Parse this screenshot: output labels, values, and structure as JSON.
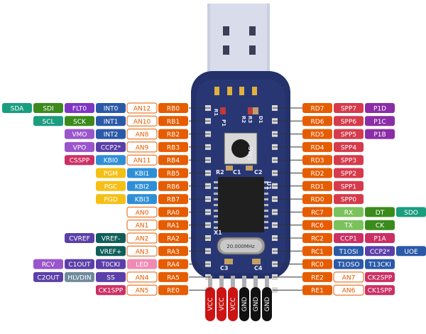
{
  "colors": {
    "port": "#e65c00",
    "analog": "#ffffff",
    "analog_border": "#e65c00",
    "analog_text": "#e65c00",
    "serial": "#1b9d7f",
    "spi": "#3b8b1c",
    "interrupt": "#2a59a8",
    "flt": "#7f35c4",
    "vmo": "#9a55cc",
    "ccp": "#5b3fa8",
    "csspp": "#cc2f63",
    "kbi": "#2f8fd6",
    "pgm": "#f5c016",
    "spp": "#d63a4b",
    "pwm": "#8b2da6",
    "ccp_right": "#cc2f63",
    "rx_tx": "#7bc25c",
    "dt_ck": "#3b8b1c",
    "sdo": "#1b9d7f",
    "timer": "#2a59a8",
    "vref": "#0f5e5a",
    "usb": "#2a59a8",
    "hlvdin": "#6f8a9c",
    "led": "#f08ab4",
    "power": "#cc1414",
    "ground": "#111111",
    "board": "#24316a"
  },
  "left_rows": [
    {
      "pins": [
        {
          "text": "SDA",
          "c": "serial"
        },
        {
          "text": "SDI",
          "c": "spi"
        },
        {
          "text": "FLT0",
          "c": "flt"
        },
        {
          "text": "INT0",
          "c": "interrupt"
        },
        {
          "text": "AN12",
          "c": "analog"
        },
        {
          "text": "RB0",
          "c": "port"
        }
      ]
    },
    {
      "pins": [
        {
          "text": "SCL",
          "c": "serial"
        },
        {
          "text": "SCK",
          "c": "spi"
        },
        {
          "text": "INT1",
          "c": "interrupt"
        },
        {
          "text": "AN10",
          "c": "analog"
        },
        {
          "text": "RB1",
          "c": "port"
        }
      ]
    },
    {
      "pins": [
        {
          "text": "VMO",
          "c": "vmo"
        },
        {
          "text": "INT2",
          "c": "interrupt"
        },
        {
          "text": "AN8",
          "c": "analog"
        },
        {
          "text": "RB2",
          "c": "port"
        }
      ]
    },
    {
      "pins": [
        {
          "text": "VPO",
          "c": "vmo"
        },
        {
          "text": "CCP2*",
          "c": "ccp"
        },
        {
          "text": "AN9",
          "c": "analog"
        },
        {
          "text": "RB3",
          "c": "port"
        }
      ]
    },
    {
      "pins": [
        {
          "text": "CSSPP",
          "c": "csspp"
        },
        {
          "text": "KBI0",
          "c": "kbi"
        },
        {
          "text": "AN11",
          "c": "analog"
        },
        {
          "text": "RB4",
          "c": "port"
        }
      ]
    },
    {
      "pins": [
        {
          "text": "PGM",
          "c": "pgm"
        },
        {
          "text": "KBI1",
          "c": "kbi"
        },
        {
          "text": "RB5",
          "c": "port"
        }
      ]
    },
    {
      "pins": [
        {
          "text": "PGC",
          "c": "pgm"
        },
        {
          "text": "KBI2",
          "c": "kbi"
        },
        {
          "text": "RB6",
          "c": "port"
        }
      ]
    },
    {
      "pins": [
        {
          "text": "PGD",
          "c": "pgm"
        },
        {
          "text": "KBI3",
          "c": "kbi"
        },
        {
          "text": "RB7",
          "c": "port"
        }
      ]
    },
    {
      "pins": [
        {
          "text": "AN0",
          "c": "analog"
        },
        {
          "text": "RA0",
          "c": "port"
        }
      ]
    },
    {
      "pins": [
        {
          "text": "AN1",
          "c": "analog"
        },
        {
          "text": "RA1",
          "c": "port"
        }
      ]
    },
    {
      "pins": [
        {
          "text": "CVREF",
          "c": "ccp"
        },
        {
          "text": "VREF-",
          "c": "vref"
        },
        {
          "text": "AN2",
          "c": "analog"
        },
        {
          "text": "RA2",
          "c": "port"
        }
      ]
    },
    {
      "pins": [
        {
          "text": "VREF+",
          "c": "vref"
        },
        {
          "text": "AN3",
          "c": "analog"
        },
        {
          "text": "RA3",
          "c": "port"
        }
      ]
    },
    {
      "pins": [
        {
          "text": "RCV",
          "c": "vmo"
        },
        {
          "text": "C1OUT",
          "c": "ccp"
        },
        {
          "text": "T0CKI",
          "c": "ccp"
        },
        {
          "text": "LED",
          "c": "led"
        },
        {
          "text": "RA4",
          "c": "port"
        }
      ]
    },
    {
      "pins": [
        {
          "text": "C2OUT",
          "c": "ccp"
        },
        {
          "text": "HLVDIN",
          "c": "hlvdin"
        },
        {
          "text": "SS",
          "c": "ccp"
        },
        {
          "text": "AN4",
          "c": "analog"
        },
        {
          "text": "RA5",
          "c": "port"
        }
      ]
    },
    {
      "pins": [
        {
          "text": "CK1SPP",
          "c": "csspp"
        },
        {
          "text": "AN5",
          "c": "analog"
        },
        {
          "text": "RE0",
          "c": "port"
        }
      ]
    }
  ],
  "right_rows": [
    {
      "pins": [
        {
          "text": "RD7",
          "c": "port"
        },
        {
          "text": "SPP7",
          "c": "spp"
        },
        {
          "text": "P1D",
          "c": "pwm"
        }
      ]
    },
    {
      "pins": [
        {
          "text": "RD6",
          "c": "port"
        },
        {
          "text": "SPP6",
          "c": "spp"
        },
        {
          "text": "P1C",
          "c": "pwm"
        }
      ]
    },
    {
      "pins": [
        {
          "text": "RD5",
          "c": "port"
        },
        {
          "text": "SPP5",
          "c": "spp"
        },
        {
          "text": "P1B",
          "c": "pwm"
        }
      ]
    },
    {
      "pins": [
        {
          "text": "RD4",
          "c": "port"
        },
        {
          "text": "SPP4",
          "c": "spp"
        }
      ]
    },
    {
      "pins": [
        {
          "text": "RD3",
          "c": "port"
        },
        {
          "text": "SPP3",
          "c": "spp"
        }
      ]
    },
    {
      "pins": [
        {
          "text": "RD2",
          "c": "port"
        },
        {
          "text": "SPP2",
          "c": "spp"
        }
      ]
    },
    {
      "pins": [
        {
          "text": "RD1",
          "c": "port"
        },
        {
          "text": "SPP1",
          "c": "spp"
        }
      ]
    },
    {
      "pins": [
        {
          "text": "RD0",
          "c": "port"
        },
        {
          "text": "SPP0",
          "c": "spp"
        }
      ]
    },
    {
      "pins": [
        {
          "text": "RC7",
          "c": "port"
        },
        {
          "text": "RX",
          "c": "rx_tx"
        },
        {
          "text": "DT",
          "c": "dt_ck"
        },
        {
          "text": "SDO",
          "c": "sdo"
        }
      ]
    },
    {
      "pins": [
        {
          "text": "RC6",
          "c": "port"
        },
        {
          "text": "TX",
          "c": "rx_tx"
        },
        {
          "text": "CK",
          "c": "dt_ck"
        }
      ]
    },
    {
      "pins": [
        {
          "text": "RC2",
          "c": "port"
        },
        {
          "text": "CCP1",
          "c": "ccp_right"
        },
        {
          "text": "P1A",
          "c": "ccp_right"
        }
      ]
    },
    {
      "pins": [
        {
          "text": "RC1",
          "c": "port"
        },
        {
          "text": "T1OSI",
          "c": "timer"
        },
        {
          "text": "CCP2*",
          "c": "ccp"
        },
        {
          "text": "UOE",
          "c": "usb"
        }
      ]
    },
    {
      "pins": [
        {
          "text": "RC0",
          "c": "port"
        },
        {
          "text": "T1OSO",
          "c": "timer"
        },
        {
          "text": "T13CKI",
          "c": "timer"
        }
      ]
    },
    {
      "pins": [
        {
          "text": "RE2",
          "c": "port"
        },
        {
          "text": "AN7",
          "c": "analog"
        },
        {
          "text": "CK2SPP",
          "c": "csspp"
        }
      ]
    },
    {
      "pins": [
        {
          "text": "RE1",
          "c": "port"
        },
        {
          "text": "AN6",
          "c": "analog"
        },
        {
          "text": "CK1SPP",
          "c": "csspp"
        }
      ]
    }
  ],
  "bottom_pins": [
    {
      "text": "VCC",
      "c": "power"
    },
    {
      "text": "VCC",
      "c": "power"
    },
    {
      "text": "VCC",
      "c": "power"
    },
    {
      "text": "GND",
      "c": "ground"
    },
    {
      "text": "GND",
      "c": "ground"
    },
    {
      "text": "GND",
      "c": "ground"
    }
  ],
  "board": {
    "button_label": "SW1",
    "crystal_label": "20.000MHz",
    "r1": "R1",
    "r2": "R2",
    "r3": "R3",
    "c1": "C1",
    "c2": "C2",
    "c3": "C3",
    "c4": "C4",
    "p1": "P1",
    "d1": "D1",
    "x1": "X1",
    "u1": "U1"
  }
}
